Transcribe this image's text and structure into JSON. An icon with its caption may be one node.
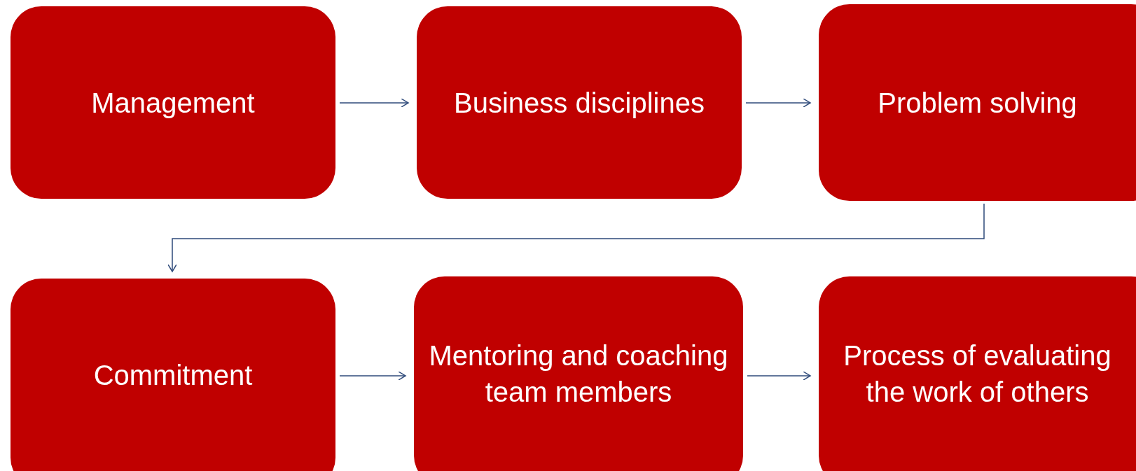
{
  "diagram": {
    "nodes": [
      {
        "text": [
          "Management"
        ]
      },
      {
        "text": [
          "Business disciplines"
        ]
      },
      {
        "text": [
          "Problem solving"
        ]
      },
      {
        "text": [
          "Commitment"
        ]
      },
      {
        "text": [
          "Mentoring and coaching team members"
        ]
      },
      {
        "text": [
          "Process of evaluating the work of others"
        ]
      }
    ],
    "edges": [
      {
        "from": 0,
        "to": 1,
        "arrow": "to"
      },
      {
        "from": 1,
        "to": 2,
        "arrow": "to"
      },
      {
        "from": 2,
        "to": 3,
        "arrow": "to"
      },
      {
        "from": 3,
        "to": 4,
        "arrow": "to"
      },
      {
        "from": 4,
        "to": 5,
        "arrow": "to"
      }
    ]
  }
}
